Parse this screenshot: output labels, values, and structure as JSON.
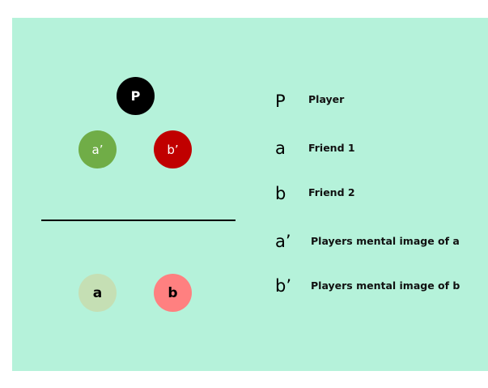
{
  "colors": {
    "background": "#b5f2da",
    "player": "#000000",
    "a_prime": "#70ad47",
    "b_prime": "#c00000",
    "a": "#c5dfb4",
    "b": "#ff8080"
  },
  "nodes": {
    "player": "P",
    "a_prime": "a’",
    "b_prime": "b’",
    "a": "a",
    "b": "b"
  },
  "legend": [
    {
      "symbol": "P",
      "label": "Player"
    },
    {
      "symbol": "a",
      "label": "Friend 1"
    },
    {
      "symbol": "b",
      "label": "Friend 2"
    },
    {
      "symbol": "a’",
      "label": "Players mental image of a"
    },
    {
      "symbol": "b’",
      "label": "Players mental image of b"
    }
  ]
}
